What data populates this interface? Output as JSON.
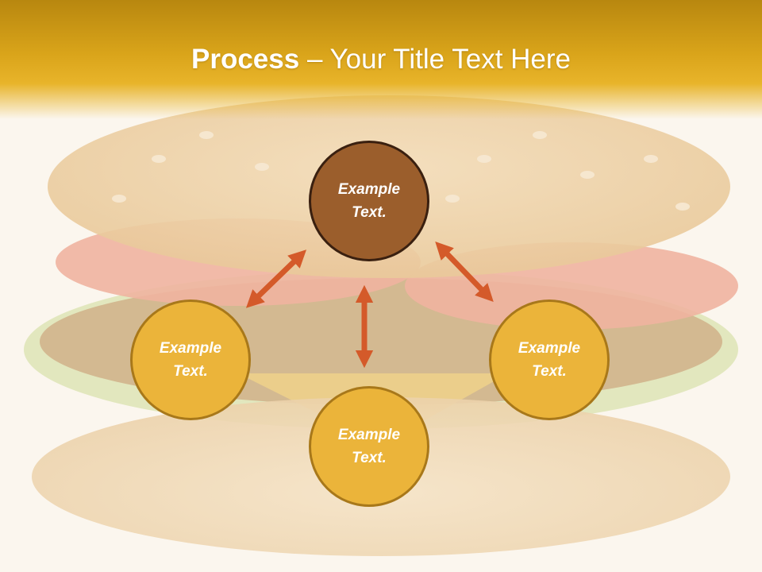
{
  "title": {
    "bold": "Process",
    "dash": " – ",
    "rest": "Your Title Text Here"
  },
  "nodes": {
    "top": {
      "text": "Example Text.",
      "line1": "Example",
      "line2": "Text."
    },
    "left": {
      "line1": "Example",
      "line2": "Text."
    },
    "right": {
      "line1": "Example",
      "line2": "Text."
    },
    "bottom": {
      "line1": "Example",
      "line2": "Text."
    }
  },
  "colors": {
    "header": "#d9a41a",
    "top_node": "#9b5e2c",
    "gold_node": "#ebb43a",
    "arrow": "#d45a2a"
  }
}
